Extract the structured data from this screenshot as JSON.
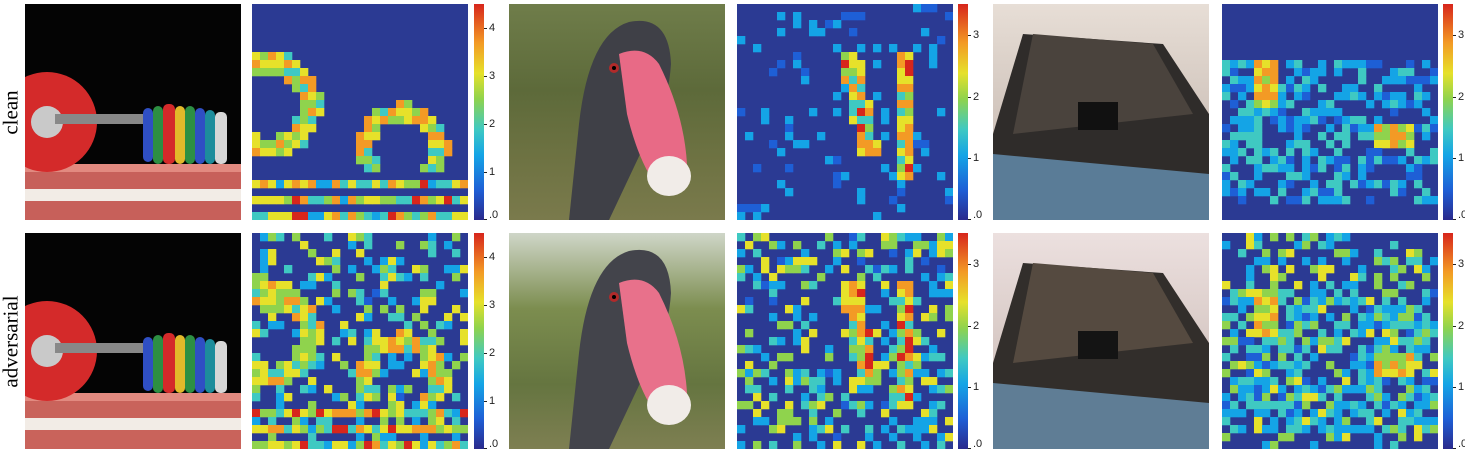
{
  "row_labels": [
    "clean",
    "adversarial"
  ],
  "colorbars": [
    {
      "ticks": [
        "4",
        "3",
        "2",
        "1",
        ".0"
      ],
      "max": 4.5
    },
    {
      "ticks": [
        "3",
        "2",
        "1",
        ".0"
      ],
      "max": 3.5
    },
    {
      "ticks": [
        "3",
        "2",
        "1",
        ".0"
      ],
      "max": 3.5
    }
  ],
  "colors": {
    "heatmap_low": "#2b3a93",
    "colormap": [
      "#2a2a8c",
      "#1e5fd6",
      "#14a4e6",
      "#3fc9c2",
      "#8fd34d",
      "#e6e12a",
      "#f39a25",
      "#d7261c"
    ]
  }
}
